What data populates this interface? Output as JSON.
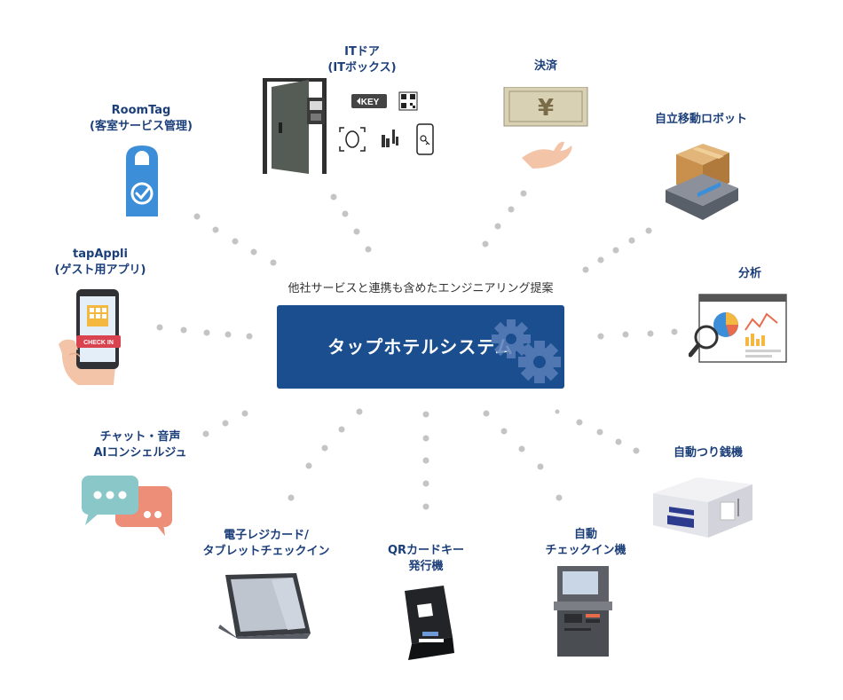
{
  "center": {
    "subtitle": "他社サービスと連携も含めたエンジニアリング提案",
    "title": "タップホテルシステム"
  },
  "nodes": [
    {
      "id": "itdoor",
      "label": [
        "ITドア",
        "(ITボックス)"
      ],
      "icon": "it-door-icon",
      "icon_details": {
        "key_card_text": "KEY"
      }
    },
    {
      "id": "payment",
      "label": [
        "決済"
      ],
      "icon": "yen-payment-icon",
      "icon_details": {
        "currency_symbol": "¥"
      }
    },
    {
      "id": "robot",
      "label": [
        "自立移動ロボット"
      ],
      "icon": "delivery-robot-icon"
    },
    {
      "id": "analysis",
      "label": [
        "分析"
      ],
      "icon": "analytics-icon"
    },
    {
      "id": "changer",
      "label": [
        "自動つり銭機"
      ],
      "icon": "change-machine-icon"
    },
    {
      "id": "kiosk",
      "label": [
        "自動",
        "チェックイン機"
      ],
      "icon": "checkin-kiosk-icon"
    },
    {
      "id": "qr",
      "label": [
        "QRカードキー",
        "発行機"
      ],
      "icon": "qr-card-issuer-icon"
    },
    {
      "id": "tablet",
      "label": [
        "電子レジカード/",
        "タブレットチェックイン"
      ],
      "icon": "tablet-icon"
    },
    {
      "id": "chat",
      "label": [
        "チャット・音声",
        "AIコンシェルジュ"
      ],
      "icon": "chat-bubbles-icon"
    },
    {
      "id": "tapappli",
      "label": [
        "tapAppli",
        "(ゲスト用アプリ)"
      ],
      "icon": "smartphone-checkin-icon",
      "icon_details": {
        "button_text": "CHECK IN"
      }
    },
    {
      "id": "roomtag",
      "label": [
        "RoomTag",
        "(客室サービス管理)"
      ],
      "icon": "door-hanger-icon"
    }
  ],
  "colors": {
    "hub": "#1b4e8e",
    "label": "#1c3f7a",
    "dots": "#c4c4c4",
    "accent_blue": "#3d8ed8",
    "chat_teal": "#8ac7c9",
    "chat_salmon": "#ec8e78"
  }
}
